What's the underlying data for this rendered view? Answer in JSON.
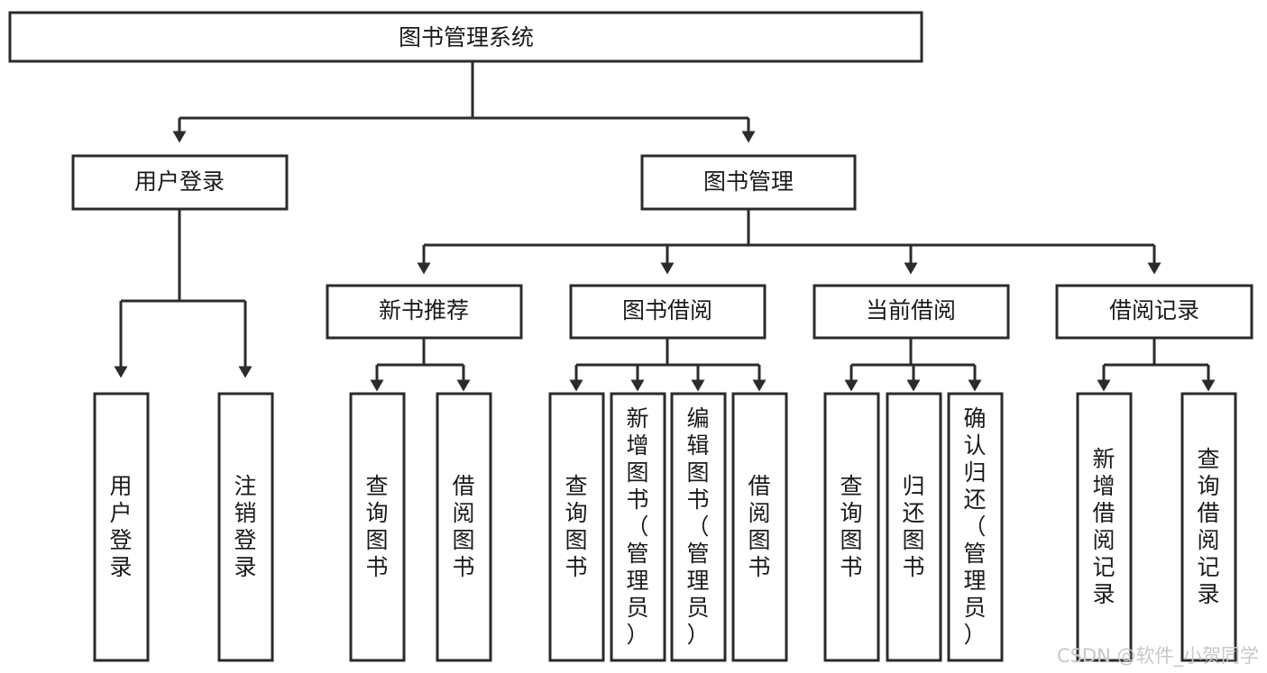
{
  "diagram": {
    "type": "tree-hierarchy",
    "title": "图书管理系统功能结构图",
    "orientation": "top-down",
    "root": {
      "id": "root",
      "label": "图书管理系统",
      "text_orientation": "horizontal"
    },
    "level2": [
      {
        "id": "user-login",
        "label": "用户登录",
        "text_orientation": "horizontal"
      },
      {
        "id": "book-manage",
        "label": "图书管理",
        "text_orientation": "horizontal"
      }
    ],
    "level3": [
      {
        "id": "new-book-recommend",
        "label": "新书推荐",
        "parent": "book-manage",
        "text_orientation": "horizontal"
      },
      {
        "id": "book-borrow",
        "label": "图书借阅",
        "parent": "book-manage",
        "text_orientation": "horizontal"
      },
      {
        "id": "current-borrow",
        "label": "当前借阅",
        "parent": "book-manage",
        "text_orientation": "horizontal"
      },
      {
        "id": "borrow-record",
        "label": "借阅记录",
        "parent": "book-manage",
        "text_orientation": "horizontal"
      }
    ],
    "leaves": [
      {
        "id": "leaf-user-login",
        "label": "用户登录",
        "parent": "user-login",
        "text_orientation": "vertical"
      },
      {
        "id": "leaf-logout-login",
        "label": "注销登录",
        "parent": "user-login",
        "text_orientation": "vertical"
      },
      {
        "id": "leaf-query-book-1",
        "label": "查询图书",
        "parent": "new-book-recommend",
        "text_orientation": "vertical"
      },
      {
        "id": "leaf-borrow-book-1",
        "label": "借阅图书",
        "parent": "new-book-recommend",
        "text_orientation": "vertical"
      },
      {
        "id": "leaf-query-book-2",
        "label": "查询图书",
        "parent": "book-borrow",
        "text_orientation": "vertical"
      },
      {
        "id": "leaf-add-book",
        "label": "新增图书（管理员）",
        "parent": "book-borrow",
        "text_orientation": "vertical"
      },
      {
        "id": "leaf-edit-book",
        "label": "编辑图书（管理员）",
        "parent": "book-borrow",
        "text_orientation": "vertical"
      },
      {
        "id": "leaf-borrow-book-2",
        "label": "借阅图书",
        "parent": "book-borrow",
        "text_orientation": "vertical"
      },
      {
        "id": "leaf-query-book-3",
        "label": "查询图书",
        "parent": "current-borrow",
        "text_orientation": "vertical"
      },
      {
        "id": "leaf-return-book",
        "label": "归还图书",
        "parent": "current-borrow",
        "text_orientation": "vertical"
      },
      {
        "id": "leaf-confirm-return",
        "label": "确认归还（管理员）",
        "parent": "current-borrow",
        "text_orientation": "vertical"
      },
      {
        "id": "leaf-add-record",
        "label": "新增借阅记录",
        "parent": "borrow-record",
        "text_orientation": "vertical"
      },
      {
        "id": "leaf-query-record",
        "label": "查询借阅记录",
        "parent": "borrow-record",
        "text_orientation": "vertical"
      }
    ],
    "colors": {
      "box_stroke": "#2b2b2b",
      "box_fill": "#ffffff",
      "text": "#1a1a1a",
      "connector": "#2b2b2b",
      "background": "#ffffff",
      "watermark": "#c8c8c8"
    }
  },
  "watermark": {
    "label": "CSDN @软件_小贺同学"
  }
}
